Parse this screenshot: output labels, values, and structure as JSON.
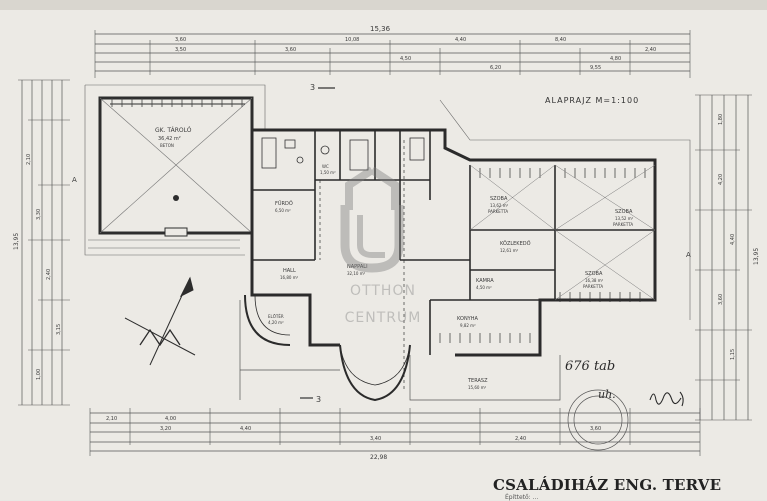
{
  "document": {
    "title": "CSALÁDIHÁZ ENG. TERVE",
    "subtitle": "Építtető: ...",
    "scale_label": "ALAPRAJZ M=1:100",
    "overall_dimension_top": "15,36",
    "overall_dimension_bottom": "22,98",
    "section_marker_top": "3",
    "section_marker_bottom": "3",
    "axis_marker": "A"
  },
  "rooms": [
    {
      "name": "GK. TÁROLÓ",
      "area": "36,42 m²",
      "floor": "BETON"
    },
    {
      "name": "FÜRDŐ",
      "area": "6,50 m²"
    },
    {
      "name": "WC",
      "area": "1,50 m²"
    },
    {
      "name": "KÖZLEKEDŐ",
      "area": "12,61 m²"
    },
    {
      "name": "HALL",
      "area": "16,80 m²"
    },
    {
      "name": "SZOBA",
      "area": "13,62 m²",
      "floor": "PARKETTA"
    },
    {
      "name": "SZOBA",
      "area": "13,52 m²",
      "floor": "PARKETTA"
    },
    {
      "name": "SZOBA",
      "area": "16,38 m²",
      "floor": "PARKETTA"
    },
    {
      "name": "KAMRA",
      "area": "4,50 m²"
    },
    {
      "name": "KONYHA",
      "area": "9,82 m²"
    },
    {
      "name": "NAPPALI",
      "area": "32,10 m²"
    },
    {
      "name": "TERASZ",
      "area": "15,60 m²"
    },
    {
      "name": "ELŐTÉR",
      "area": "4,20 m²"
    }
  ],
  "annotations": {
    "handwritten_1": "676 tab",
    "handwritten_2": "uh."
  },
  "watermark": {
    "line1": "OTTHON",
    "line2": "CENTRUM"
  },
  "dimensions_top": [
    "15,36",
    "3,60",
    "10,08",
    "4,40",
    "8,40",
    "3,50",
    "3,60",
    "4,50",
    "9,55",
    "6,20",
    "4,80",
    "2,40"
  ],
  "dimensions_bottom": [
    "22,98",
    "2,10",
    "4,00",
    "3,20",
    "4,40",
    "3,40",
    "2,40",
    "3,60"
  ],
  "dimensions_left": [
    "13,95",
    "2,10",
    "3,30",
    "2,40",
    "3,15",
    "1,00"
  ],
  "dimensions_right": [
    "13,95",
    "1,80",
    "4,20",
    "4,40",
    "3,60",
    "1,15"
  ]
}
